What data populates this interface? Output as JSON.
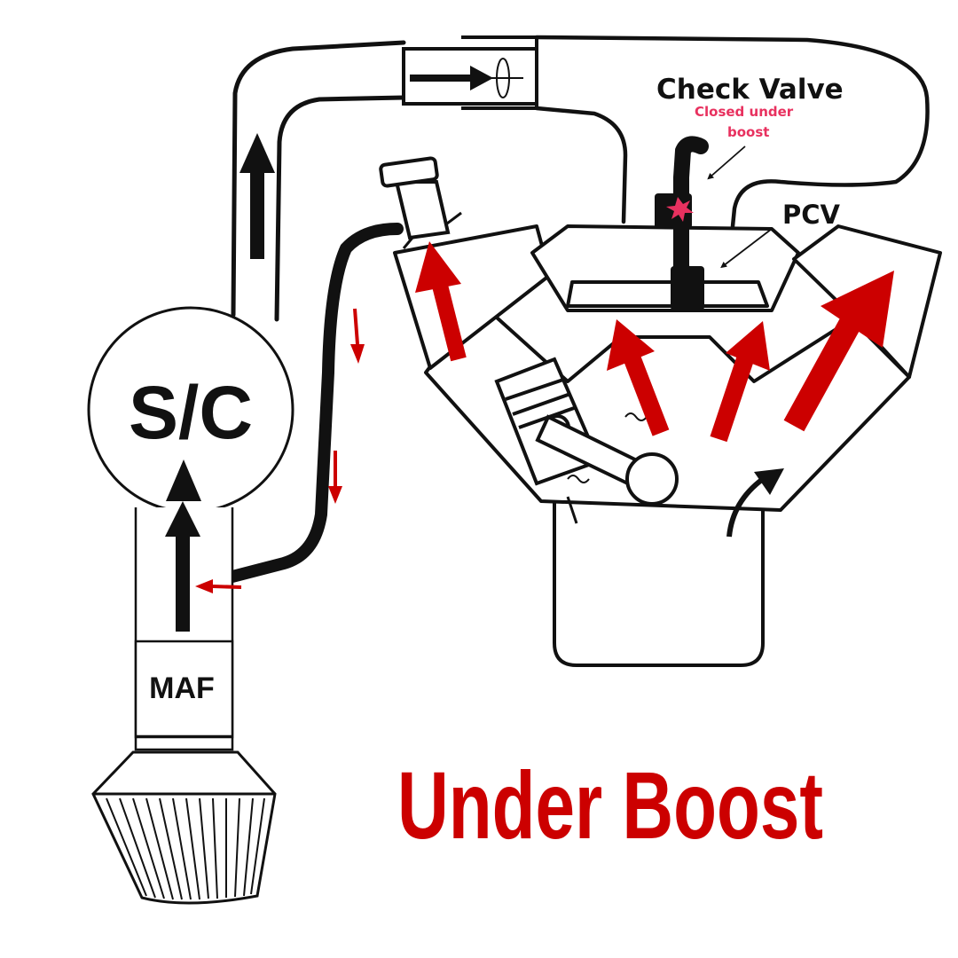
{
  "labels": {
    "supercharger": "S/C",
    "maf": "MAF",
    "check_valve": "Check Valve",
    "closed_line1": "Closed under",
    "closed_line2": "boost",
    "pcv": "PCV",
    "title": "Under Boost"
  },
  "colors": {
    "flow_red": "#cc0000",
    "check_valve_marker": "#e8315f",
    "line": "#111111"
  },
  "icons": {
    "filter": "air-filter-icon",
    "throttle": "throttle-body-icon",
    "piston": "piston-icon"
  }
}
